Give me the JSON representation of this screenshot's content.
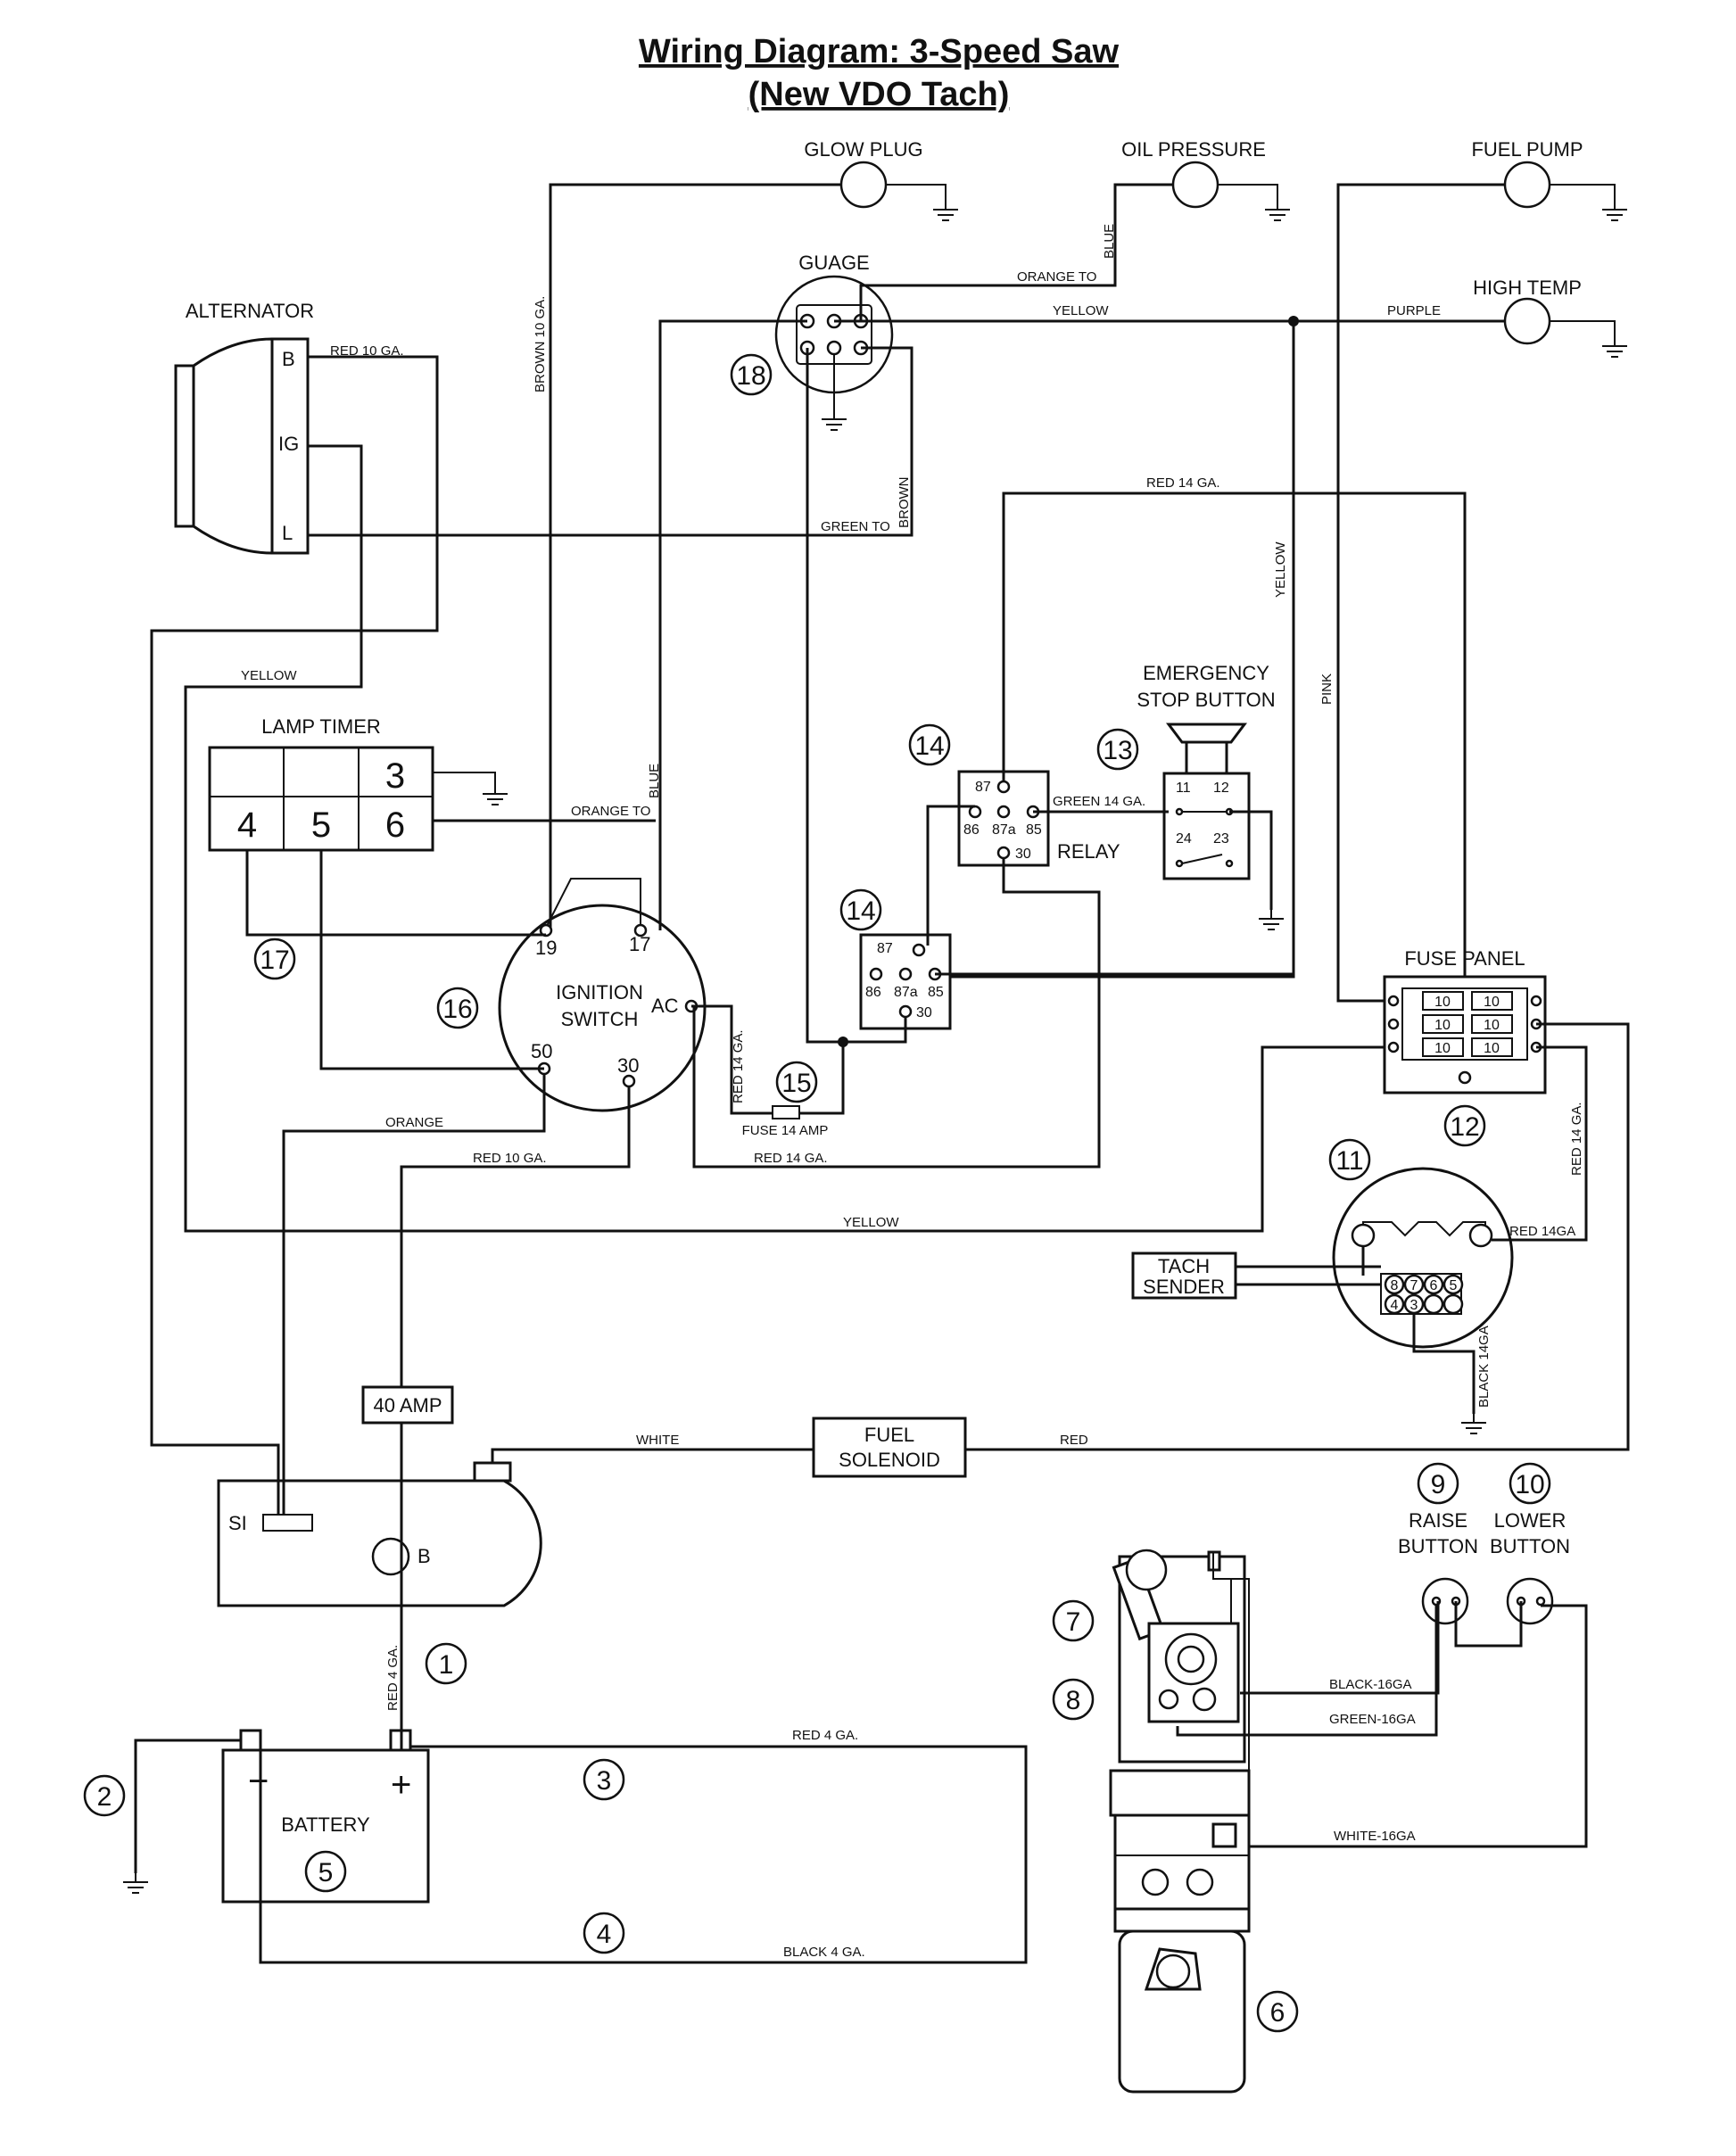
{
  "title_line1": "Wiring Diagram: 3-Speed Saw",
  "title_line2": "(New VDO Tach)",
  "components": {
    "glow_plug": "GLOW PLUG",
    "oil_pressure": "OIL PRESSURE",
    "fuel_pump": "FUEL PUMP",
    "high_temp": "HIGH TEMP",
    "gauge": "GUAGE",
    "alternator": "ALTERNATOR",
    "alt_b": "B",
    "alt_ig": "IG",
    "alt_l": "L",
    "lamp_timer": "LAMP TIMER",
    "lt3": "3",
    "lt4": "4",
    "lt5": "5",
    "lt6": "6",
    "emergency_line1": "EMERGENCY",
    "emergency_line2": "STOP BUTTON",
    "relay": "RELAY",
    "fuse_panel": "FUSE PANEL",
    "fuse_val": "10",
    "ignition_line1": "IGNITION",
    "ignition_line2": "SWITCH",
    "ign_19": "19",
    "ign_17": "17",
    "ign_ac": "AC",
    "ign_50": "50",
    "ign_30": "30",
    "fuse14": "FUSE 14 AMP",
    "tach_line1": "TACH",
    "tach_line2": "SENDER",
    "amp40": "40 AMP",
    "fuel_sol_line1": "FUEL",
    "fuel_sol_line2": "SOLENOID",
    "starter_si": "SI",
    "starter_b": "B",
    "raise_line1": "RAISE",
    "raise_line2": "BUTTON",
    "lower_line1": "LOWER",
    "lower_line2": "BUTTON",
    "battery": "BATTERY",
    "bat_minus": "−",
    "bat_plus": "+",
    "sw_11": "11",
    "sw_12": "12",
    "sw_24": "24",
    "sw_23": "23",
    "r_87": "87",
    "r_86": "86",
    "r_87a": "87a",
    "r_85": "85",
    "r_30": "30",
    "tach_pins": [
      "8",
      "7",
      "6",
      "5",
      "4",
      "3"
    ]
  },
  "callouts": [
    "1",
    "2",
    "3",
    "4",
    "5",
    "6",
    "7",
    "8",
    "9",
    "10",
    "11",
    "12",
    "13",
    "14",
    "14",
    "15",
    "16",
    "17",
    "18"
  ],
  "wire_labels": {
    "red10_alt": "RED 10 GA.",
    "brown10": "BROWN 10 GA.",
    "blue_oil": "BLUE",
    "orange_to_top": "ORANGE TO",
    "yellow_top": "YELLOW",
    "purple": "PURPLE",
    "green_to": "GREEN TO",
    "brown": "BROWN",
    "red14_top": "RED 14 GA.",
    "yellow_vert": "YELLOW",
    "pink": "PINK",
    "yellow_left": "YELLOW",
    "orange_to_lamp": "ORANGE TO",
    "blue_lamp": "BLUE",
    "green14": "GREEN 14 GA.",
    "red14_fuse": "RED 14 GA.",
    "orange": "ORANGE",
    "red10_ign": "RED 10 GA.",
    "red14_bottom": "RED 14 GA.",
    "yellow_long": "YELLOW",
    "red14_right": "RED 14 GA.",
    "red14ga_tach": "RED 14GA",
    "black14ga": "BLACK 14GA",
    "white": "WHITE",
    "red": "RED",
    "red4_vert": "RED 4 GA.",
    "red4": "RED 4 GA.",
    "black4": "BLACK 4 GA.",
    "black16": "BLACK-16GA",
    "green16": "GREEN-16GA",
    "white16": "WHITE-16GA"
  }
}
